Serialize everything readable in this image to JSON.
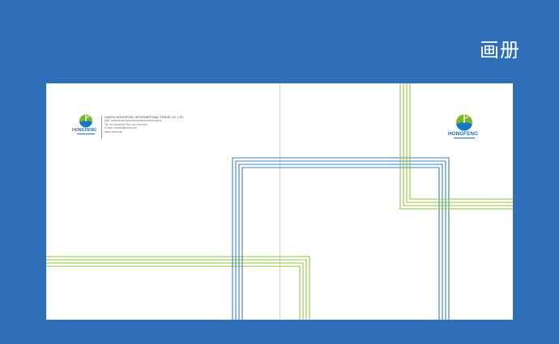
{
  "page": {
    "title": "画册",
    "background_color": "#2f6fb8"
  },
  "brochure": {
    "logo": {
      "wordmark": "HONGFENG",
      "icon": "hongfeng-globe-icon",
      "colors": {
        "green": "#76b82a",
        "blue": "#1a76c2"
      }
    },
    "contact": {
      "company": "GANSU HONGFENG INTERNATIONAL TRADE CO.,LTD",
      "address": "Add: xxxxxxxxxxxxxxxxxxxxxxxxxxxxxxxxxxxxxx",
      "phone": "Tel: xxx xxxxxxxx   Fax: xxx xxxxxxxx",
      "email": "E-mail: xxxxxxx@xxxxx.xxx",
      "web": "www.xxxxx.xxx"
    },
    "line_colors": {
      "green": "#8cc63f",
      "blue": "#3d7fc1"
    }
  }
}
